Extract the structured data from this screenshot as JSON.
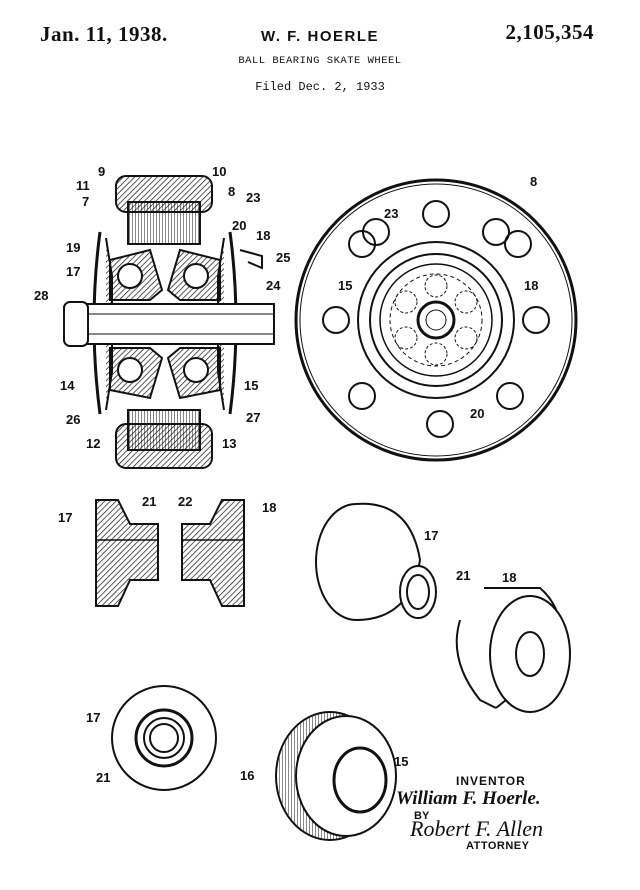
{
  "header": {
    "date": "Jan. 11, 1938.",
    "inventor": "W. F. HOERLE",
    "patent_number": "2,105,354",
    "title": "BALL BEARING SKATE WHEEL",
    "filed": "Filed Dec. 2, 1933"
  },
  "labels": {
    "fig1": [
      "9",
      "10",
      "11",
      "8",
      "7",
      "23",
      "20",
      "18",
      "19",
      "25",
      "17",
      "24",
      "28",
      "14",
      "15",
      "26",
      "27",
      "12",
      "13"
    ],
    "fig2": [
      "8",
      "23",
      "15",
      "18",
      "20"
    ],
    "fig3": [
      "17",
      "21",
      "22",
      "18"
    ],
    "fig4": [
      "17",
      "21",
      "18"
    ],
    "fig5": [
      "17",
      "21"
    ],
    "fig6": [
      "16",
      "15"
    ]
  },
  "signature": {
    "inventor_label": "INVENTOR",
    "inventor_signature": "William F. Hoerle.",
    "by": "BY",
    "attorney_signature": "Robert F. Allen",
    "attorney_label": "ATTORNEY"
  }
}
